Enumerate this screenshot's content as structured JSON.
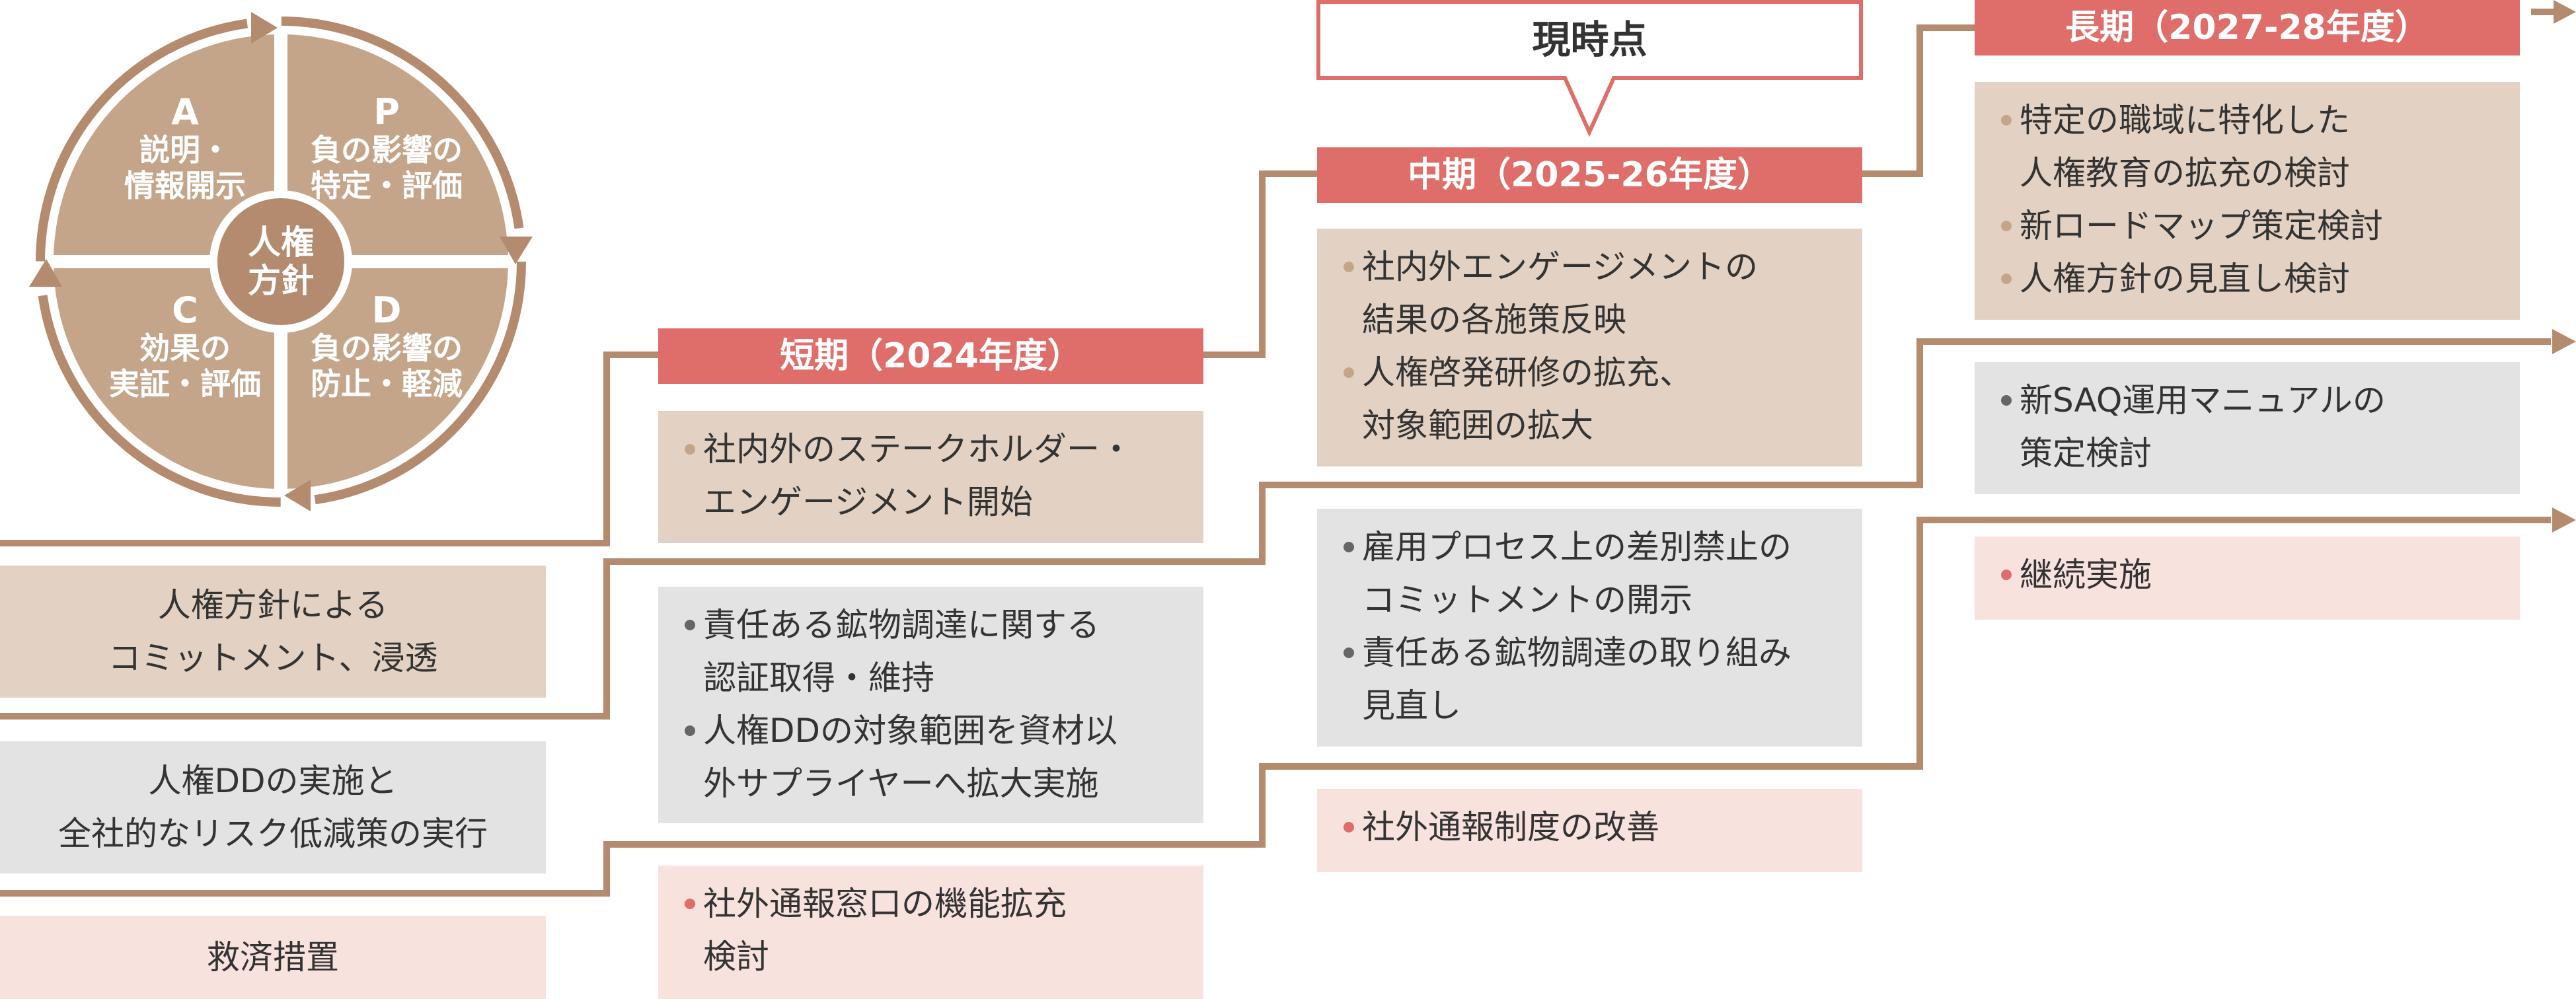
{
  "colors": {
    "accent_red": "#df6d6a",
    "line_brown": "#b48b6e",
    "box_beige": "#e3d2c3",
    "box_grey": "#e4e3e3",
    "box_pink": "#f8e2de",
    "cycle_fill": "#c5a58a"
  },
  "cycle": {
    "center": [
      "人権",
      "方針"
    ],
    "quadrants": [
      {
        "letter": "A",
        "lines": [
          "説明・",
          "情報開示"
        ]
      },
      {
        "letter": "P",
        "lines": [
          "負の影響の",
          "特定・評価"
        ]
      },
      {
        "letter": "C",
        "lines": [
          "効果の",
          "実証・評価"
        ]
      },
      {
        "letter": "D",
        "lines": [
          "負の影響の",
          "防止・軽減"
        ]
      }
    ]
  },
  "now_marker": {
    "label": "現時点"
  },
  "phases": {
    "short": {
      "label": "短期（2024年度）"
    },
    "mid": {
      "label": "中期（2025-26年度）"
    },
    "long": {
      "label": "長期（2027-28年度）"
    }
  },
  "rows": [
    {
      "label": [
        "人権方針による",
        "コミットメント、浸透"
      ],
      "short": [
        [
          "社内外のステークホルダー・",
          "エンゲージメント開始"
        ]
      ],
      "mid": [
        [
          "社内外エンゲージメントの",
          "結果の各施策反映"
        ],
        [
          "人権啓発研修の拡充、",
          "対象範囲の拡大"
        ]
      ],
      "long": [
        [
          "特定の職域に特化した",
          "人権教育の拡充の検討"
        ],
        [
          "新ロードマップ策定検討"
        ],
        [
          "人権方針の見直し検討"
        ]
      ]
    },
    {
      "label": [
        "人権DDの実施と",
        "全社的なリスク低減策の実行"
      ],
      "short": [
        [
          "責任ある鉱物調達に関する",
          "認証取得・維持"
        ],
        [
          "人権DDの対象範囲を資材以",
          "外サプライヤーへ拡大実施"
        ]
      ],
      "mid": [
        [
          "雇用プロセス上の差別禁止の",
          "コミットメントの開示"
        ],
        [
          "責任ある鉱物調達の取り組み",
          "見直し"
        ]
      ],
      "long": [
        [
          "新SAQ運用マニュアルの",
          "策定検討"
        ]
      ]
    },
    {
      "label": [
        "救済措置"
      ],
      "short": [
        [
          "社外通報窓口の機能拡充",
          "検討"
        ]
      ],
      "mid": [
        [
          "社外通報制度の改善"
        ]
      ],
      "long": [
        [
          "継続実施"
        ]
      ]
    }
  ]
}
